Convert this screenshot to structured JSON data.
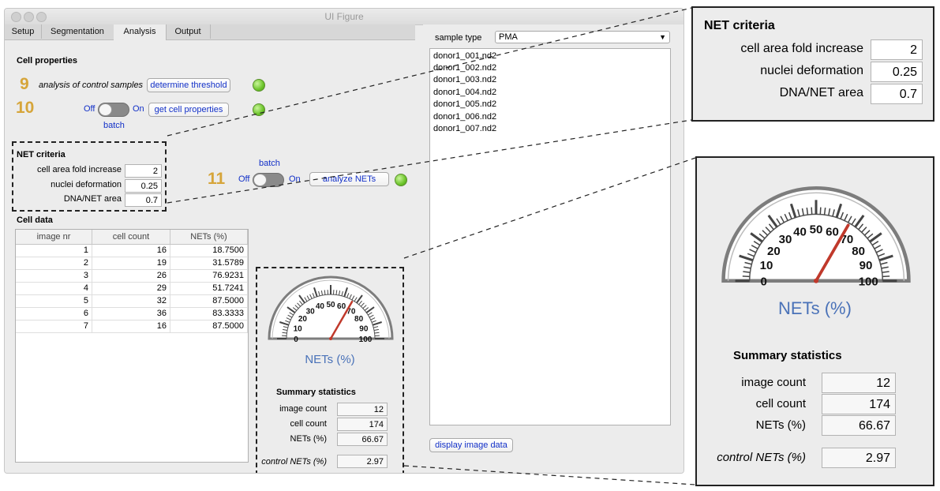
{
  "window": {
    "title": "UI Figure"
  },
  "tabs": [
    {
      "label": "Setup"
    },
    {
      "label": "Segmentation"
    },
    {
      "label": "Analysis"
    },
    {
      "label": "Output"
    }
  ],
  "cell_properties": {
    "title": "Cell properties",
    "step9": {
      "number": "9",
      "label": "analysis of control samples",
      "button": "determine threshold"
    },
    "step10": {
      "number": "10",
      "off": "Off",
      "on": "On",
      "batch": "batch",
      "button": "get cell properties"
    }
  },
  "net_criteria": {
    "title": "NET criteria",
    "rows": [
      {
        "label": "cell area fold increase",
        "value": "2"
      },
      {
        "label": "nuclei deformation",
        "value": "0.25"
      },
      {
        "label": "DNA/NET area",
        "value": "0.7"
      }
    ]
  },
  "step11": {
    "number": "11",
    "batch": "batch",
    "off": "Off",
    "on": "On",
    "button": "analyze NETs"
  },
  "cell_data": {
    "title": "Cell data",
    "columns": [
      "image nr",
      "cell count",
      "NETs (%)"
    ],
    "rows": [
      [
        "1",
        "16",
        "18.7500"
      ],
      [
        "2",
        "19",
        "31.5789"
      ],
      [
        "3",
        "26",
        "76.9231"
      ],
      [
        "4",
        "29",
        "51.7241"
      ],
      [
        "5",
        "32",
        "87.5000"
      ],
      [
        "6",
        "36",
        "83.3333"
      ],
      [
        "7",
        "16",
        "87.5000"
      ]
    ]
  },
  "gauge": {
    "label": "NETs (%)",
    "value": 66.67,
    "min": 0,
    "max": 100,
    "ticks": [
      "0",
      "10",
      "20",
      "30",
      "40",
      "50",
      "60",
      "70",
      "80",
      "90",
      "100"
    ],
    "label_color": "#4a72b8",
    "needle_color": "#c0392b"
  },
  "summary": {
    "title": "Summary statistics",
    "rows": [
      {
        "label": "image count",
        "value": "12"
      },
      {
        "label": "cell count",
        "value": "174"
      },
      {
        "label": "NETs (%)",
        "value": "66.67"
      }
    ],
    "control": {
      "label": "control NETs (%)",
      "value": "2.97"
    }
  },
  "right_panel": {
    "sample_type_label": "sample type",
    "sample_type_value": "PMA",
    "files": [
      "donor1_001.nd2",
      "donor1_002.nd2",
      "donor1_003.nd2",
      "donor1_004.nd2",
      "donor1_005.nd2",
      "donor1_006.nd2",
      "donor1_007.nd2"
    ],
    "display_button": "display image data"
  },
  "colors": {
    "step_number": "#d6a53a",
    "button_text": "#1230c8",
    "led": "#6cc42a"
  }
}
